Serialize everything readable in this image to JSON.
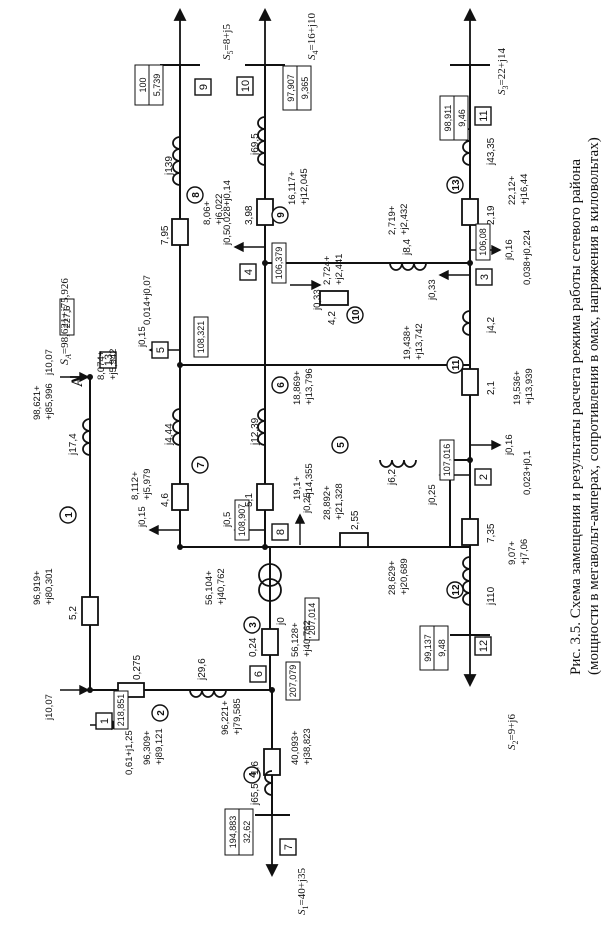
{
  "caption": {
    "line1": "Рис. 3.5.  Схема замещения и результаты расчета режима работы сетевого района",
    "line2": "(мощности в мегавольт-амперах, сопротивления в омах, напряжения в киловольтах)"
  },
  "source_node_label": "A",
  "source_power": "S",
  "source_power_sub": "A",
  "source_power_value": "=98,621+j75,926",
  "buses": [
    {
      "number": "1",
      "voltage": "218,851"
    },
    {
      "number": "2",
      "voltage": "107,016"
    },
    {
      "number": "3",
      "voltage": "106,08"
    },
    {
      "number": "4",
      "voltage": "106,379"
    },
    {
      "number": "5",
      "voltage": "108,321"
    },
    {
      "number": "6",
      "voltage": "207,079"
    },
    {
      "number": "7",
      "voltage": "194,883",
      "voltage2": "32,62"
    },
    {
      "number": "8",
      "voltage": "108,907"
    },
    {
      "number": "9",
      "voltage": "100",
      "voltage2": "5,739"
    },
    {
      "number": "10",
      "voltage": "97,907",
      "voltage2": "9,365"
    },
    {
      "number": "11",
      "voltage": "98,911",
      "voltage2": "9,46"
    },
    {
      "number": "12",
      "voltage": "99,137",
      "voltage2": "9,48"
    },
    {
      "number": "13",
      "voltage": "227,6"
    }
  ],
  "branch_numbers": [
    "1",
    "2",
    "3",
    "4",
    "5",
    "6",
    "7",
    "8",
    "9",
    "10",
    "11",
    "12",
    "13"
  ],
  "loads": [
    {
      "name": "S",
      "sub": "1",
      "value": "=40+j35"
    },
    {
      "name": "S",
      "sub": "2",
      "value": "=9+j6"
    },
    {
      "name": "S",
      "sub": "3",
      "value": "=22+j14"
    },
    {
      "name": "S",
      "sub": "4",
      "value": "=16+j10"
    },
    {
      "name": "S",
      "sub": "5",
      "value": "=8+j5"
    }
  ],
  "impedances": {
    "b1": {
      "r": "5,2",
      "x": "j17,4"
    },
    "b2": {
      "r": "0,275",
      "x": "j29,6"
    },
    "b3": {
      "r": "0,24",
      "x": "j0"
    },
    "b4": {
      "r": "1,6",
      "x": "j65,5"
    },
    "b5": {
      "r": "2,55",
      "x": "j6,2"
    },
    "b6": {
      "r": "5,1",
      "x": "j12,39"
    },
    "b7": {
      "r": "4,6",
      "x": "j4,44"
    },
    "b8": {
      "r": "7,95",
      "x": "j139"
    },
    "b9": {
      "r": "3,98",
      "x": "j69,5"
    },
    "b10": {
      "r": "4,2",
      "x": "j8,4"
    },
    "b11": {
      "r": "2,1",
      "x": "j4,2"
    },
    "b12": {
      "r": "7,35",
      "x": "j110"
    },
    "b13": {
      "r": "2,19",
      "x": "j43,35"
    }
  },
  "shunts": {
    "n13": "j10,07",
    "n1": "j10,07",
    "n1_load": "0,61+j1,25",
    "n6_trafo": "j0",
    "n8_a": "j0,15",
    "n8_b": "j0,5",
    "n8_c": "j0,25",
    "n5": "j0,15",
    "n5_load": "0,014+j0,07",
    "n4_a": "j0,5",
    "n4_b": "j0,33",
    "n4_load": "0,028+j0,14",
    "n2_a": "j0,25",
    "n2_b": "j0,16",
    "n2_load": "0,023+j0,1",
    "n3_a": "j0,33",
    "n3_b": "j0,16",
    "n3_load": "0,038+j0,224",
    "trafo_u": "207,014"
  },
  "flows": {
    "b1_start": [
      "98,621+",
      "+j85,996"
    ],
    "b1_end": [
      "96,919+",
      "+j80,301"
    ],
    "b2_start": [
      "96,309+",
      "+j89,121"
    ],
    "b2_end": [
      "96,221+",
      "+j79,585"
    ],
    "b3": [
      "56,128+",
      "+j40,762"
    ],
    "b3_trafo": [
      "56,104+",
      "+j40,762"
    ],
    "b4": [
      "40,093+",
      "+j38,823"
    ],
    "b5_start": [
      "28,892+",
      "+j21,328"
    ],
    "b5_end": [
      "28,629+",
      "+j20,689"
    ],
    "b6_start": [
      "19,1+",
      "+j14,355"
    ],
    "b6_end": [
      "18,869+",
      "+j13,796"
    ],
    "b7_start": [
      "8,112+",
      "+j5,979"
    ],
    "b7_end": [
      "8,074+",
      "+j5,942"
    ],
    "b8": [
      "8,06+",
      "+j6,022"
    ],
    "b9": [
      "16,117+",
      "+j12,045"
    ],
    "b10_start": [
      "2,724+",
      "+j2,441"
    ],
    "b10_end": [
      "2,719+",
      "+j2,432"
    ],
    "b11_start": [
      "19,536+",
      "+j13,939"
    ],
    "b11_end": [
      "19,438+",
      "+j13,742"
    ],
    "b12": [
      "9,07+",
      "+j7,06"
    ],
    "b13": [
      "22,12+",
      "+j16,44"
    ]
  }
}
